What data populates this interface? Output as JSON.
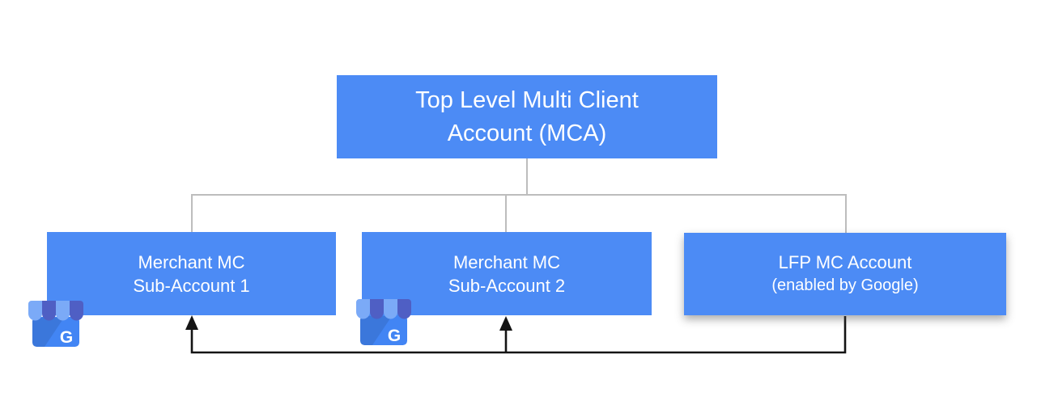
{
  "nodes": {
    "root": {
      "line1": "Top Level Multi Client",
      "line2": "Account (MCA)"
    },
    "child1": {
      "line1": "Merchant MC",
      "line2": "Sub-Account 1"
    },
    "child2": {
      "line1": "Merchant MC",
      "line2": "Sub-Account 2"
    },
    "child3": {
      "line1": "LFP MC Account",
      "line2": "(enabled by Google)"
    }
  },
  "edges": {
    "tree": [
      "Top Level MCA -> Merchant MC Sub-Account 1",
      "Top Level MCA -> Merchant MC Sub-Account 2",
      "Top Level MCA -> LFP MC Account"
    ],
    "feed_arrows": [
      "LFP MC Account -> Merchant MC Sub-Account 1",
      "LFP MC Account -> Merchant MC Sub-Account 2"
    ]
  },
  "icons": {
    "business_profile": "google-business-profile-icon",
    "google_letter": "G"
  },
  "colors": {
    "node_fill": "#4C8BF5",
    "node_text": "#FFFFFF",
    "tree_connector": "#BDBDBD",
    "feed_arrow": "#141414",
    "icon_body": "#4285F4",
    "icon_awning_light": "#7BAAF7",
    "icon_awning_dark": "#4F5FC4"
  }
}
